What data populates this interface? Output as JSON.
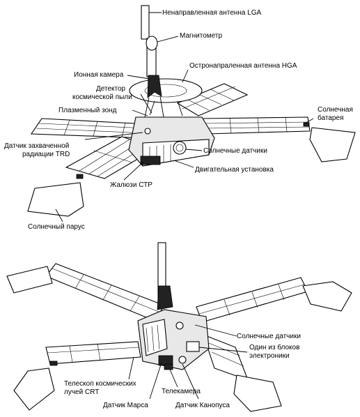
{
  "top_view": {
    "labels": {
      "lga": "Ненаправленная антенна LGA",
      "magnetometer": "Магнитометр",
      "ion_chamber": "Ионная камера",
      "hga": "Остронапраленная антенна HGA",
      "dust_detector_1": "Детектор",
      "dust_detector_2": "космической пыли",
      "plasma_probe": "Плазменный зонд",
      "solar_battery_1": "Солнечная",
      "solar_battery_2": "батарея",
      "trd_1": "Датчик захваченной",
      "trd_2": "радиации TRD",
      "sun_sensors": "Солнечные датчики",
      "engine": "Двигательная установка",
      "louvers": "Жалюзи СТР",
      "solar_sail": "Солнечный парус"
    }
  },
  "bottom_view": {
    "labels": {
      "sun_sensors": "Солнечные датчики",
      "electronics_1": "Один из блоков",
      "electronics_2": "электроники",
      "crt_1": "Телескоп космических",
      "crt_2": "лучей CRT",
      "tv_camera": "Телекамера",
      "mars_sensor": "Датчик Марса",
      "canopus_sensor": "Датчик Канопуса"
    }
  }
}
